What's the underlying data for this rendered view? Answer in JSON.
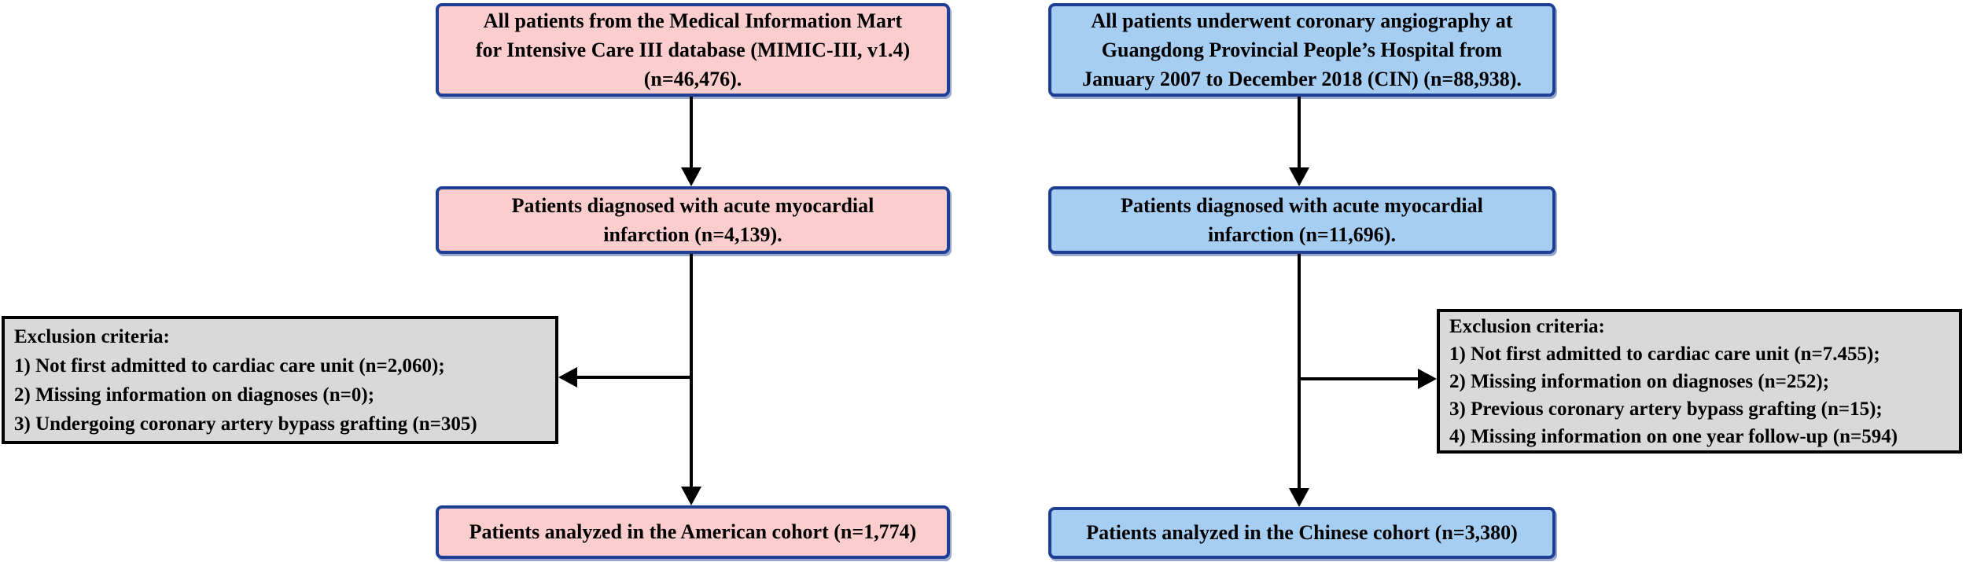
{
  "colors": {
    "background": "#ffffff",
    "text": "#000000",
    "american_fill": "#fbcdcd",
    "chinese_fill": "#a6cdf2",
    "box_border": "#1e3f94",
    "exclusion_fill": "#d9d9d9",
    "exclusion_border": "#000000",
    "arrow": "#000000"
  },
  "flowchart": {
    "columns": [
      {
        "top_box": {
          "lines": [
            "All patients from the Medical Information Mart",
            "for Intensive Care III database (MIMIC-III, v1.4)",
            "(n=46,476)."
          ]
        },
        "diagnosis_box": {
          "lines": [
            "Patients diagnosed with acute myocardial",
            "infarction (n=4,139)."
          ]
        },
        "exclusion_box": {
          "title": "Exclusion criteria:",
          "items": [
            "1) Not first admitted to cardiac care unit (n=2,060);",
            "2) Missing information on diagnoses (n=0);",
            "3) Undergoing coronary artery bypass grafting (n=305)"
          ]
        },
        "final_box": {
          "lines": [
            "Patients analyzed in the American cohort (n=1,774)"
          ]
        }
      },
      {
        "top_box": {
          "lines": [
            "All patients underwent coronary angiography at",
            "Guangdong Provincial People’s Hospital from",
            "January 2007 to December 2018 (CIN) (n=88,938)."
          ]
        },
        "diagnosis_box": {
          "lines": [
            "Patients diagnosed with acute myocardial",
            "infarction (n=11,696)."
          ]
        },
        "exclusion_box": {
          "title": "Exclusion criteria:",
          "items": [
            "1) Not first admitted to cardiac care unit (n=7.455);",
            "2) Missing information on diagnoses (n=252);",
            "3) Previous coronary artery bypass grafting (n=15);",
            "4) Missing information on one year follow-up (n=594)"
          ]
        },
        "final_box": {
          "lines": [
            "Patients analyzed in the Chinese cohort (n=3,380)"
          ]
        }
      }
    ]
  }
}
